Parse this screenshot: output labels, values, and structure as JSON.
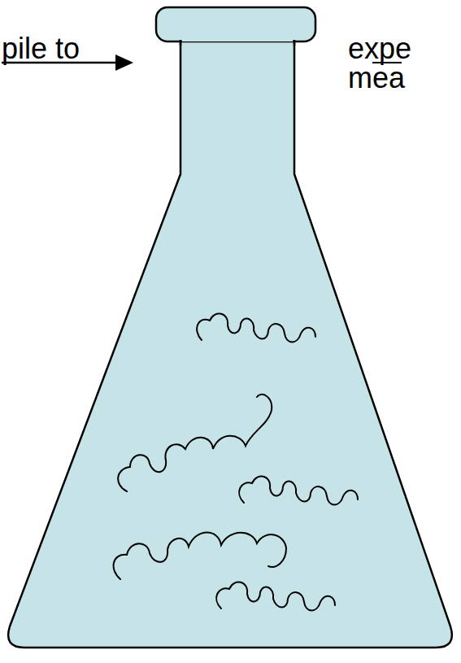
{
  "diagram": {
    "labels": [
      "pile to",
      "expe",
      "mea"
    ]
  }
}
